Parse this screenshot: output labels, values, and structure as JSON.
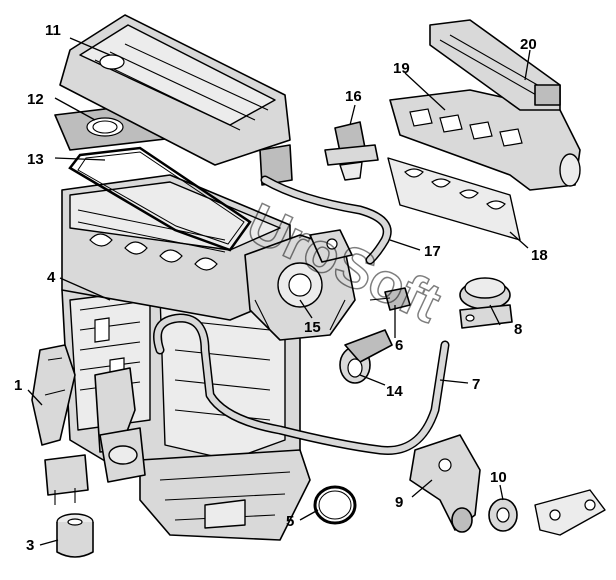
{
  "diagram": {
    "callouts": [
      {
        "id": "c1",
        "text": "1"
      },
      {
        "id": "c3",
        "text": "3"
      },
      {
        "id": "c4",
        "text": "4"
      },
      {
        "id": "c5",
        "text": "5"
      },
      {
        "id": "c6",
        "text": "6"
      },
      {
        "id": "c7",
        "text": "7"
      },
      {
        "id": "c8",
        "text": "8"
      },
      {
        "id": "c9",
        "text": "9"
      },
      {
        "id": "c10",
        "text": "10"
      },
      {
        "id": "c11",
        "text": "11"
      },
      {
        "id": "c12",
        "text": "12"
      },
      {
        "id": "c13",
        "text": "13"
      },
      {
        "id": "c14",
        "text": "14"
      },
      {
        "id": "c15",
        "text": "15"
      },
      {
        "id": "c16",
        "text": "16"
      },
      {
        "id": "c17",
        "text": "17"
      },
      {
        "id": "c18",
        "text": "18"
      },
      {
        "id": "c19",
        "text": "19"
      },
      {
        "id": "c20",
        "text": "20"
      }
    ]
  }
}
